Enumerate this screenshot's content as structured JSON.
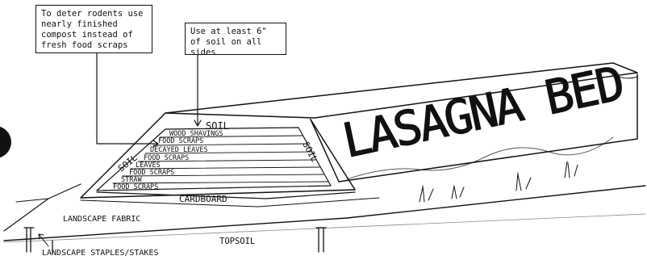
{
  "callouts": {
    "rodents": "To deter rodents use nearly finished compost instead of fresh food scraps",
    "soil_depth": "Use at least 6\" of soil on all sides"
  },
  "title": "LASAGNA BED",
  "labels": {
    "soil_top": "SOIL",
    "soil_left": "SOIL",
    "soil_right": "SOIL",
    "cardboard": "CARDBOARD",
    "landscape_fabric": "LANDSCAPE FABRIC",
    "topsoil": "TOPSOIL",
    "staples": "LANDSCAPE STAPLES/STAKES"
  },
  "layers": [
    "WOOD SHAVINGS",
    "FOOD SCRAPS",
    "DECAYED LEAVES",
    "FOOD SCRAPS",
    "LEAVES",
    "FOOD SCRAPS",
    "STRAW",
    "FOOD SCRAPS"
  ]
}
